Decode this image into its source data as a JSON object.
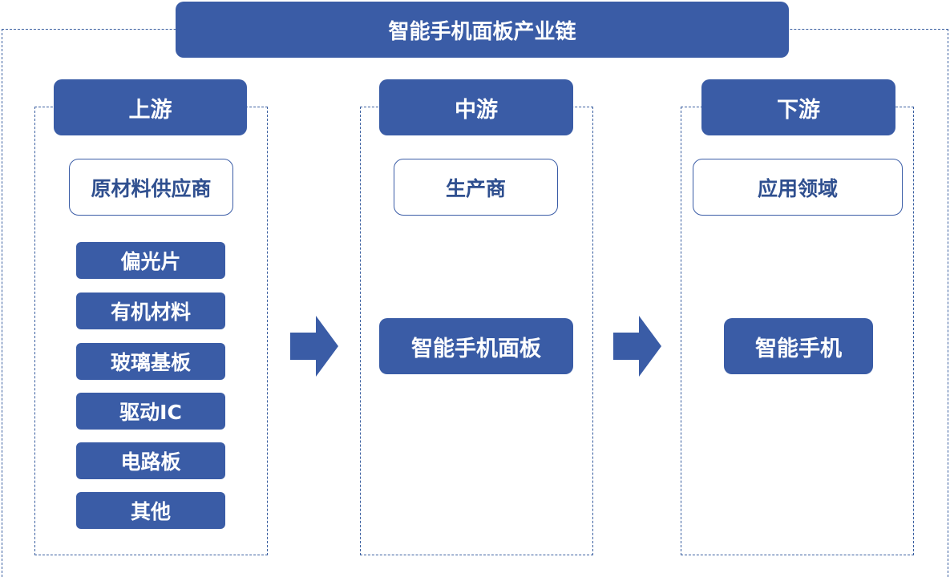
{
  "title": "智能手机面板产业链",
  "columns": {
    "upstream": {
      "header": "上游",
      "category": "原材料供应商",
      "items": [
        "偏光片",
        "有机材料",
        "玻璃基板",
        "驱动IC",
        "电路板",
        "其他"
      ]
    },
    "midstream": {
      "header": "中游",
      "category": "生产商",
      "product": "智能手机面板"
    },
    "downstream": {
      "header": "下游",
      "category": "应用领域",
      "product": "智能手机"
    }
  },
  "colors": {
    "primary": "#3a5ca6",
    "dashed_border": "#3a5fa0",
    "outline_text": "#2f4f8f",
    "background": "#ffffff"
  },
  "icons": [
    "arrow-right-icon",
    "arrow-right-icon"
  ]
}
